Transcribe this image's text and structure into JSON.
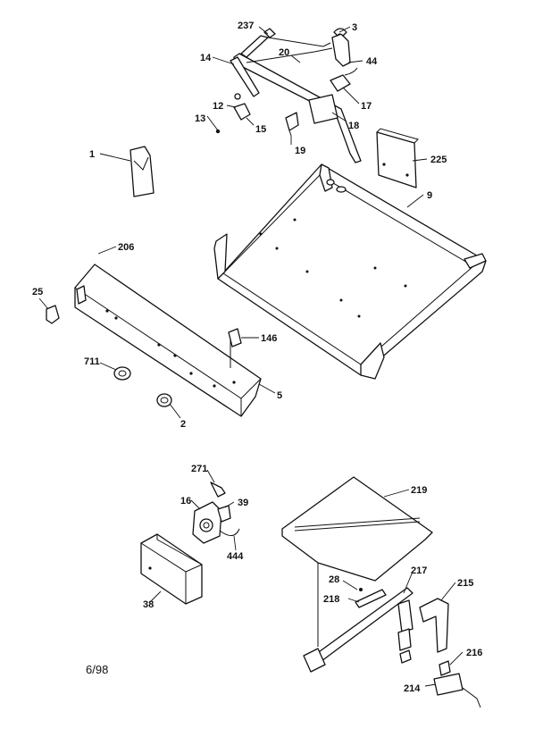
{
  "colors": {
    "line": "#111111",
    "background": "#ffffff"
  },
  "date_code": "6/98",
  "labels": {
    "p237": "237",
    "p3": "3",
    "p20": "20",
    "p14": "14",
    "p44": "44",
    "p17": "17",
    "p12": "12",
    "p15": "15",
    "p13": "13",
    "p18": "18",
    "p19": "19",
    "p1": "1",
    "p225": "225",
    "p9": "9",
    "p206": "206",
    "p25": "25",
    "p146": "146",
    "p711": "711",
    "p5": "5",
    "p2": "2",
    "p271": "271",
    "p16": "16",
    "p39": "39",
    "p444": "444",
    "p38": "38",
    "p219": "219",
    "p217": "217",
    "p28": "28",
    "p218": "218",
    "p215": "215",
    "p216": "216",
    "p214": "214"
  }
}
